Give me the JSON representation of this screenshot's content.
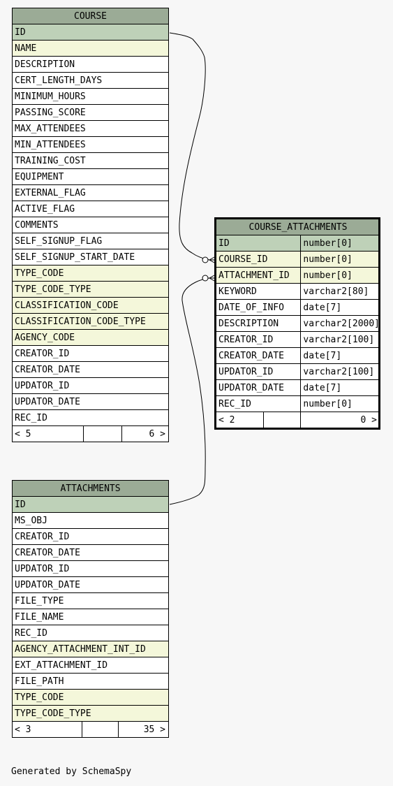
{
  "course": {
    "name": "COURSE",
    "columns": [
      {
        "name": "ID",
        "kind": "pk"
      },
      {
        "name": "NAME",
        "kind": "fk"
      },
      {
        "name": "DESCRIPTION",
        "kind": ""
      },
      {
        "name": "CERT_LENGTH_DAYS",
        "kind": ""
      },
      {
        "name": "MINIMUM_HOURS",
        "kind": ""
      },
      {
        "name": "PASSING_SCORE",
        "kind": ""
      },
      {
        "name": "MAX_ATTENDEES",
        "kind": ""
      },
      {
        "name": "MIN_ATTENDEES",
        "kind": ""
      },
      {
        "name": "TRAINING_COST",
        "kind": ""
      },
      {
        "name": "EQUIPMENT",
        "kind": ""
      },
      {
        "name": "EXTERNAL_FLAG",
        "kind": ""
      },
      {
        "name": "ACTIVE_FLAG",
        "kind": ""
      },
      {
        "name": "COMMENTS",
        "kind": ""
      },
      {
        "name": "SELF_SIGNUP_FLAG",
        "kind": ""
      },
      {
        "name": "SELF_SIGNUP_START_DATE",
        "kind": ""
      },
      {
        "name": "TYPE_CODE",
        "kind": "fk"
      },
      {
        "name": "TYPE_CODE_TYPE",
        "kind": "fk"
      },
      {
        "name": "CLASSIFICATION_CODE",
        "kind": "fk"
      },
      {
        "name": "CLASSIFICATION_CODE_TYPE",
        "kind": "fk"
      },
      {
        "name": "AGENCY_CODE",
        "kind": "fk"
      },
      {
        "name": "CREATOR_ID",
        "kind": ""
      },
      {
        "name": "CREATOR_DATE",
        "kind": ""
      },
      {
        "name": "UPDATOR_ID",
        "kind": ""
      },
      {
        "name": "UPDATOR_DATE",
        "kind": ""
      },
      {
        "name": "REC_ID",
        "kind": ""
      }
    ],
    "footer_left": "< 5",
    "footer_right": "6 >"
  },
  "course_attachments": {
    "name": "COURSE_ATTACHMENTS",
    "columns": [
      {
        "name": "ID",
        "type": "number[0]",
        "kind": "pk"
      },
      {
        "name": "COURSE_ID",
        "type": "number[0]",
        "kind": "fk"
      },
      {
        "name": "ATTACHMENT_ID",
        "type": "number[0]",
        "kind": "fk"
      },
      {
        "name": "KEYWORD",
        "type": "varchar2[80]",
        "kind": ""
      },
      {
        "name": "DATE_OF_INFO",
        "type": "date[7]",
        "kind": ""
      },
      {
        "name": "DESCRIPTION",
        "type": "varchar2[2000]",
        "kind": ""
      },
      {
        "name": "CREATOR_ID",
        "type": "varchar2[100]",
        "kind": ""
      },
      {
        "name": "CREATOR_DATE",
        "type": "date[7]",
        "kind": ""
      },
      {
        "name": "UPDATOR_ID",
        "type": "varchar2[100]",
        "kind": ""
      },
      {
        "name": "UPDATOR_DATE",
        "type": "date[7]",
        "kind": ""
      },
      {
        "name": "REC_ID",
        "type": "number[0]",
        "kind": ""
      }
    ],
    "footer_left": "< 2",
    "footer_right": "0 >"
  },
  "attachments": {
    "name": "ATTACHMENTS",
    "columns": [
      {
        "name": "ID",
        "kind": "pk"
      },
      {
        "name": "MS_OBJ",
        "kind": ""
      },
      {
        "name": "CREATOR_ID",
        "kind": ""
      },
      {
        "name": "CREATOR_DATE",
        "kind": ""
      },
      {
        "name": "UPDATOR_ID",
        "kind": ""
      },
      {
        "name": "UPDATOR_DATE",
        "kind": ""
      },
      {
        "name": "FILE_TYPE",
        "kind": ""
      },
      {
        "name": "FILE_NAME",
        "kind": ""
      },
      {
        "name": "REC_ID",
        "kind": ""
      },
      {
        "name": "AGENCY_ATTACHMENT_INT_ID",
        "kind": "fk"
      },
      {
        "name": "EXT_ATTACHMENT_ID",
        "kind": ""
      },
      {
        "name": "FILE_PATH",
        "kind": ""
      },
      {
        "name": "TYPE_CODE",
        "kind": "fk"
      },
      {
        "name": "TYPE_CODE_TYPE",
        "kind": "fk"
      }
    ],
    "footer_left": "< 3",
    "footer_right": "35 >"
  },
  "footer_text": "Generated by SchemaSpy",
  "colors": {
    "header": "#9bab96",
    "primary_key": "#bed1b8",
    "foreign_key": "#f4f7da",
    "background": "#f7f7f7"
  }
}
